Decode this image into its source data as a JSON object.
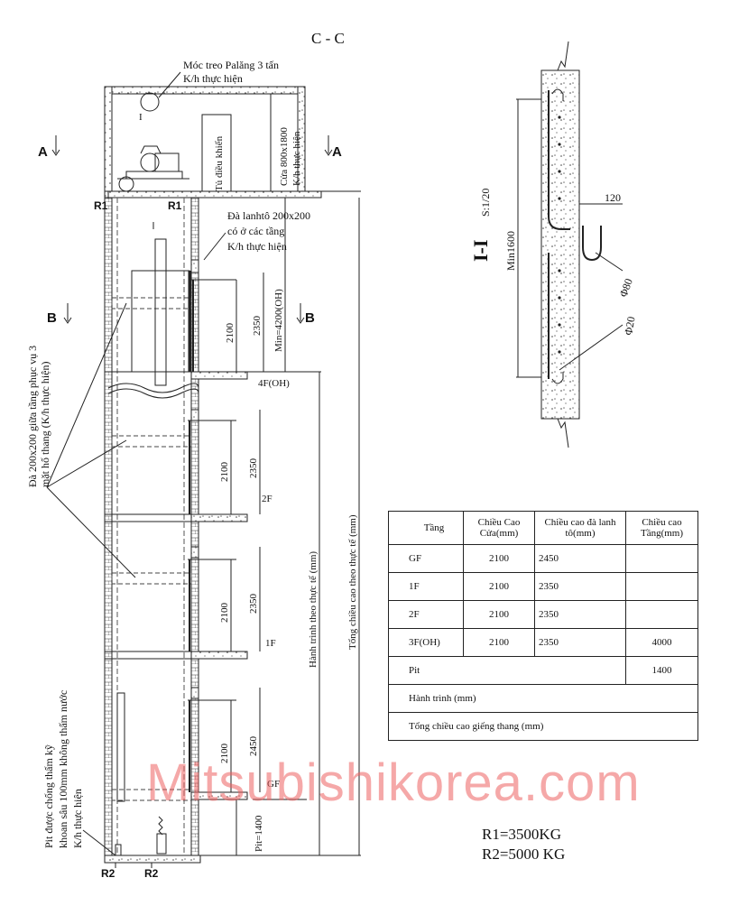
{
  "section_title": "C - C",
  "detail_title": "I-I",
  "detail_scale": "S:1/20",
  "labels": {
    "hook": "Móc treo Palăng 3 tấn",
    "hook_note": "K/h thực hiện",
    "hook_marker": "I",
    "control_cabinet": "Tủ điều khiển",
    "door_size": "Cửa 800x1800",
    "door_note": "K/h thực hiện",
    "lintel_1": "Đà lanhtô 200x200",
    "lintel_2": "có ở các tầng",
    "lintel_3": "K/h thực hiện",
    "beam_1": "Đà 200x200 giữa tầng phục vụ 3",
    "beam_2": "mặt hố thang (K/h thực hiện)",
    "pit_1": "Pit được chống thấm kỹ",
    "pit_2": "khoan sâu 100mm không thấm nước",
    "pit_3": "K/h thực hiện",
    "overhead": "Min=4200(OH)",
    "travel": "Hành trình theo thực tế (mm)",
    "total_height": "Tổng chiều cao theo thực tế (mm)",
    "pit_depth": "Pit=1400",
    "section_a": "A",
    "section_b": "B",
    "r1": "R1",
    "r2": "R2",
    "floor_4f": "4F(OH)",
    "floor_2f": "2F",
    "floor_1f": "1F",
    "floor_gf": "GF",
    "dim_2100": "2100",
    "dim_2350": "2350",
    "dim_2450": "2450",
    "detail_min": "Min1600",
    "detail_120": "120",
    "detail_phi80": "Φ80",
    "detail_phi20": "Φ20"
  },
  "table": {
    "headers": [
      "Tầng",
      "Chiều Cao Cửa(mm)",
      "Chiều cao đà lanh tô(mm)",
      "Chiều cao Tầng(mm)"
    ],
    "rows": [
      [
        "GF",
        "2100",
        "2450",
        ""
      ],
      [
        "1F",
        "2100",
        "2350",
        ""
      ],
      [
        "2F",
        "2100",
        "2350",
        ""
      ],
      [
        "3F(OH)",
        "2100",
        "2350",
        "4000"
      ]
    ],
    "pit_label": "Pit",
    "pit_value": "1400",
    "travel_label": "Hành trình (mm)",
    "total_label": "Tổng chiều cao giếng thang (mm)"
  },
  "loads": {
    "r1": "R1=3500KG",
    "r2": "R2=5000 KG"
  },
  "watermark": "Mitsubishikorea.com"
}
